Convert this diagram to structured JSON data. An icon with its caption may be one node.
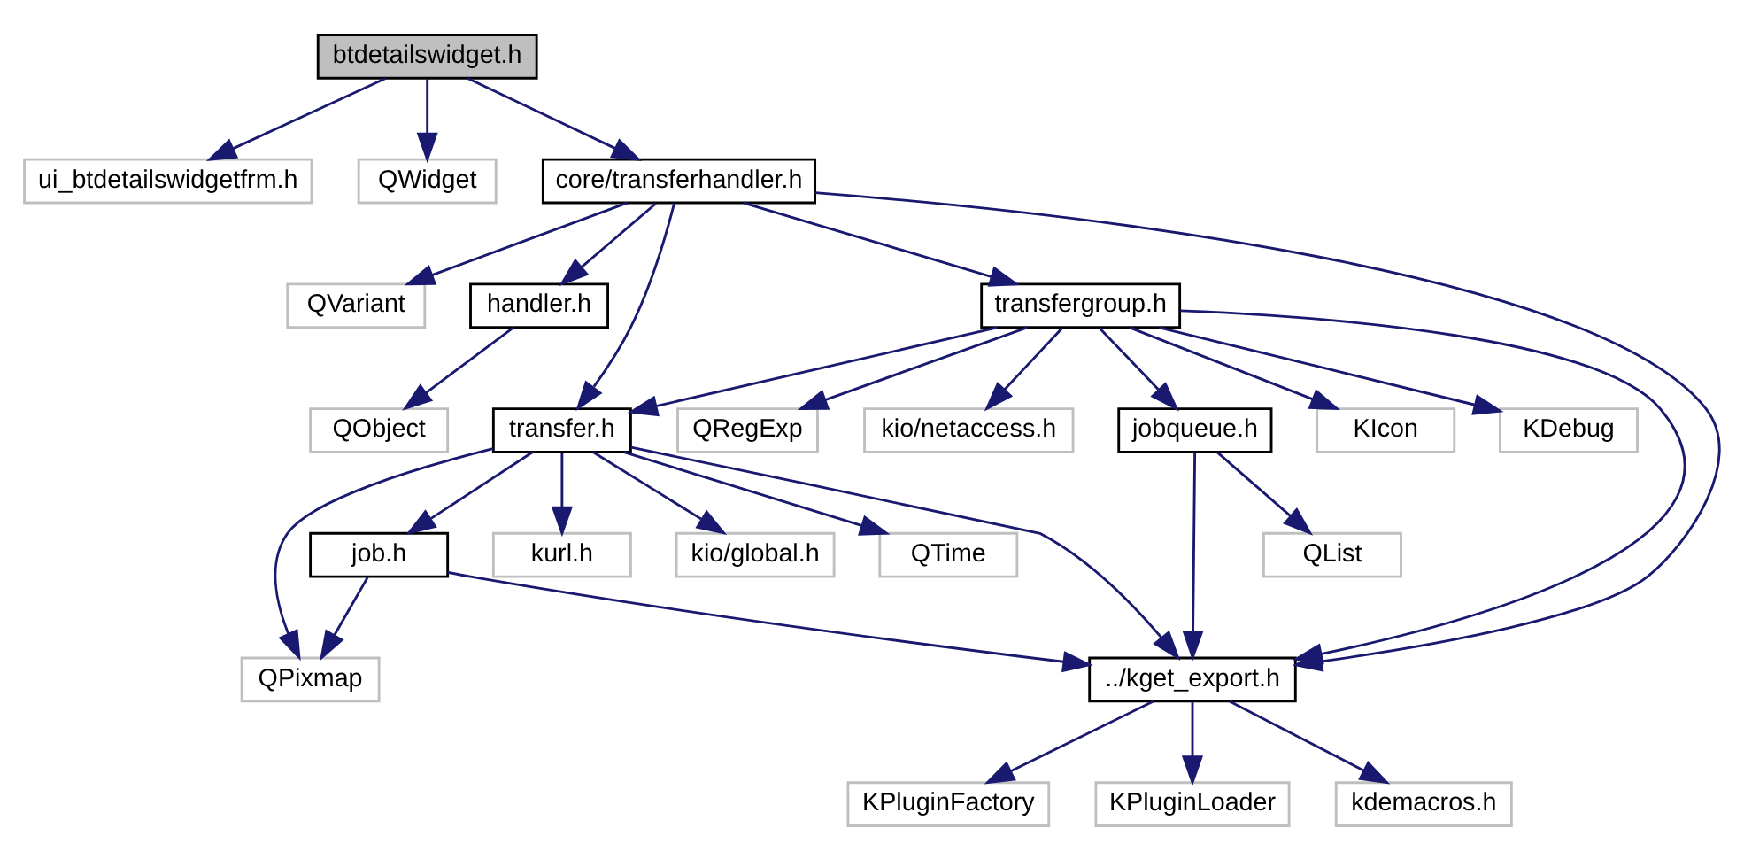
{
  "diagram": {
    "nodes": [
      {
        "text": [
          "btdetailswidget.h"
        ]
      },
      {
        "text": [
          "ui_btdetailswidgetfrm.h"
        ]
      },
      {
        "text": [
          "QWidget"
        ]
      },
      {
        "text": [
          "core/transferhandler.h"
        ]
      },
      {
        "text": [
          "QVariant"
        ]
      },
      {
        "text": [
          "handler.h"
        ]
      },
      {
        "text": [
          "transfergroup.h"
        ]
      },
      {
        "text": [
          "QObject"
        ]
      },
      {
        "text": [
          "transfer.h"
        ]
      },
      {
        "text": [
          "KIcon"
        ]
      },
      {
        "text": [
          "KDebug"
        ]
      },
      {
        "text": [
          "jobqueue.h"
        ]
      },
      {
        "text": [
          "QRegExp"
        ]
      },
      {
        "text": [
          "kio/netaccess.h"
        ]
      },
      {
        "text": [
          "kurl.h"
        ]
      },
      {
        "text": [
          "kio/global.h"
        ]
      },
      {
        "text": [
          "job.h"
        ]
      },
      {
        "text": [
          "QTime"
        ]
      },
      {
        "text": [
          "QList"
        ]
      },
      {
        "text": [
          "QPixmap"
        ]
      },
      {
        "text": [
          "../kget_export.h"
        ]
      },
      {
        "text": [
          "KPluginFactory"
        ]
      },
      {
        "text": [
          "KPluginLoader"
        ]
      },
      {
        "text": [
          "kdemacros.h"
        ]
      }
    ],
    "edges": [
      {
        "from": 0,
        "to": 1,
        "arrow": "to"
      },
      {
        "from": 0,
        "to": 2,
        "arrow": "to"
      },
      {
        "from": 0,
        "to": 3,
        "arrow": "to"
      },
      {
        "from": 3,
        "to": 4,
        "arrow": "to"
      },
      {
        "from": 3,
        "to": 5,
        "arrow": "to"
      },
      {
        "from": 3,
        "to": 8,
        "arrow": "to"
      },
      {
        "from": 3,
        "to": 6,
        "arrow": "to"
      },
      {
        "from": 3,
        "to": 20,
        "arrow": "to"
      },
      {
        "from": 5,
        "to": 7,
        "arrow": "to"
      },
      {
        "from": 6,
        "to": 8,
        "arrow": "to"
      },
      {
        "from": 6,
        "to": 20,
        "arrow": "to"
      },
      {
        "from": 6,
        "to": 9,
        "arrow": "to"
      },
      {
        "from": 6,
        "to": 10,
        "arrow": "to"
      },
      {
        "from": 6,
        "to": 11,
        "arrow": "to"
      },
      {
        "from": 6,
        "to": 12,
        "arrow": "to"
      },
      {
        "from": 6,
        "to": 13,
        "arrow": "to"
      },
      {
        "from": 8,
        "to": 19,
        "arrow": "to"
      },
      {
        "from": 8,
        "to": 14,
        "arrow": "to"
      },
      {
        "from": 8,
        "to": 15,
        "arrow": "to"
      },
      {
        "from": 8,
        "to": 16,
        "arrow": "to"
      },
      {
        "from": 8,
        "to": 17,
        "arrow": "to"
      },
      {
        "from": 8,
        "to": 20,
        "arrow": "to"
      },
      {
        "from": 16,
        "to": 19,
        "arrow": "to"
      },
      {
        "from": 16,
        "to": 20,
        "arrow": "to"
      },
      {
        "from": 11,
        "to": 18,
        "arrow": "to"
      },
      {
        "from": 11,
        "to": 20,
        "arrow": "to"
      },
      {
        "from": 20,
        "to": 21,
        "arrow": "to"
      },
      {
        "from": 20,
        "to": 22,
        "arrow": "to"
      },
      {
        "from": 20,
        "to": 23,
        "arrow": "to"
      }
    ]
  }
}
